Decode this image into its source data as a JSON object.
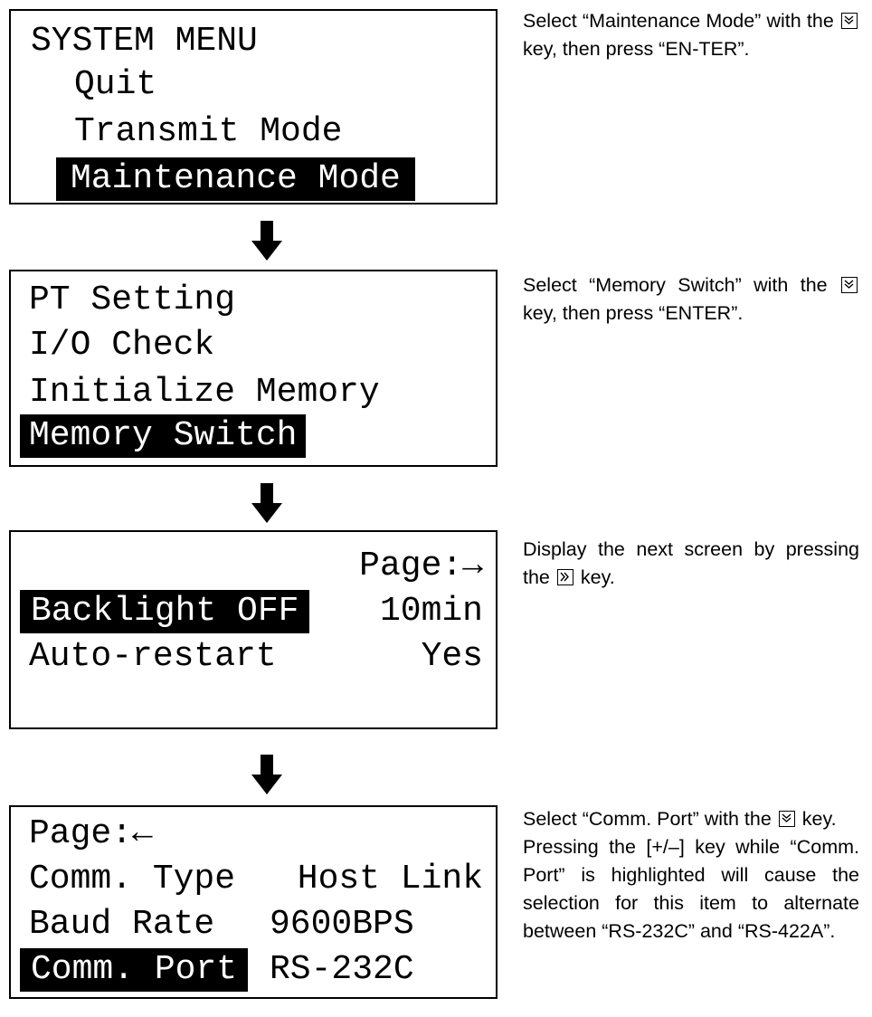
{
  "screens": [
    {
      "rows": [
        "SYSTEM MENU",
        "Quit",
        "Transmit Mode",
        "Maintenance Mode"
      ],
      "highlight": 3
    },
    {
      "rows": [
        "PT Setting",
        "I/O Check",
        "Initialize Memory",
        "Memory Switch"
      ],
      "highlight": 3
    },
    {
      "page_label": "Page:→",
      "items": [
        {
          "label": "Backlight OFF",
          "value": "10min"
        },
        {
          "label": "Auto-restart",
          "value": "Yes"
        }
      ]
    },
    {
      "page_label": "Page:←",
      "items": [
        {
          "label": "Comm. Type",
          "value": "Host Link"
        },
        {
          "label": "Baud Rate",
          "value": "9600BPS"
        },
        {
          "label": "Comm. Port",
          "value": "RS-232C"
        }
      ]
    }
  ],
  "notes": {
    "n1_a": "Select “Maintenance Mode” with the",
    "n1_b": "key, then press “EN-TER”.",
    "n2_a": "Select “Memory Switch” with the",
    "n2_b": "key, then press “ENTER”.",
    "n3_a": "Display the next screen by pressing the",
    "n3_b": "key.",
    "n4_a": "Select “Comm. Port” with the",
    "n4_b": "key.",
    "n4_c": "Pressing the [+/–] key while “Comm. Port” is highlighted will cause the selection for this item to alternate between “RS-232C” and “RS-422A”."
  },
  "icons": {
    "down_key": "double-chevron-down-key-icon",
    "right_key": "double-chevron-right-key-icon",
    "flow_arrow": "down-arrow-icon"
  }
}
